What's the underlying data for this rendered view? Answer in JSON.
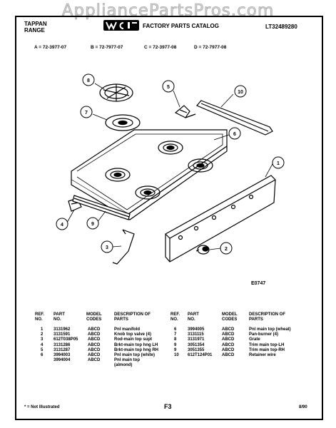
{
  "watermark": "AppliancePartsPros.com",
  "header": {
    "brand_line1": "TAPPAN",
    "brand_line2": "RANGE",
    "catalog_title": "FACTORY PARTS CATALOG",
    "catalog_number": "LT32489280"
  },
  "models": [
    "A = 72-3977-07",
    "B = 72-7977-07",
    "C = 72-3977-08",
    "D = 72-7977-08"
  ],
  "callouts": [
    "1",
    "2",
    "3",
    "4",
    "5",
    "6",
    "7",
    "8",
    "9",
    "10"
  ],
  "figure_id": "E0747",
  "table": {
    "headers": {
      "ref_no": "REF. NO.",
      "part_no": "PART NO.",
      "model_codes": "MODEL CODES",
      "description": "DESCRIPTION OF PARTS"
    },
    "left": {
      "ref": [
        "1",
        "2",
        "3",
        "4",
        "5",
        "6",
        ""
      ],
      "part": [
        "3131962",
        "3131591",
        "612T038P05",
        "3131286",
        "3131287",
        "3994003",
        "3994004"
      ],
      "codes": [
        "ABCD",
        "ABCD",
        "ABCD",
        "ABCD",
        "ABCD",
        "ABCD",
        "ABCD"
      ],
      "desc": [
        "Pnl manifold",
        "Knob top valve (4)",
        "Rod-main top supt",
        "Brkt-main top hng LH",
        "Brkt-main top hng RH",
        "Pnl main top (white)",
        "Pnl main top",
        "(almond)"
      ]
    },
    "right": {
      "ref": [
        "6",
        "7",
        "8",
        "9",
        "9",
        "10"
      ],
      "part": [
        "3994005",
        "3131115",
        "3131971",
        "3051354",
        "3051355",
        "612T124P01"
      ],
      "codes": [
        "ABCD",
        "ABCD",
        "ABCD",
        "ABCD",
        "ABCD",
        "ABCD"
      ],
      "desc": [
        "Pnl main top (wheat)",
        "Pan-burner (4)",
        "Grate",
        "Trim main top-LH",
        "Trim main top-RH",
        "Retainer wire"
      ]
    }
  },
  "footer": {
    "footnote": "* = Not Illustrated",
    "page": "F3",
    "date": "8/90"
  }
}
